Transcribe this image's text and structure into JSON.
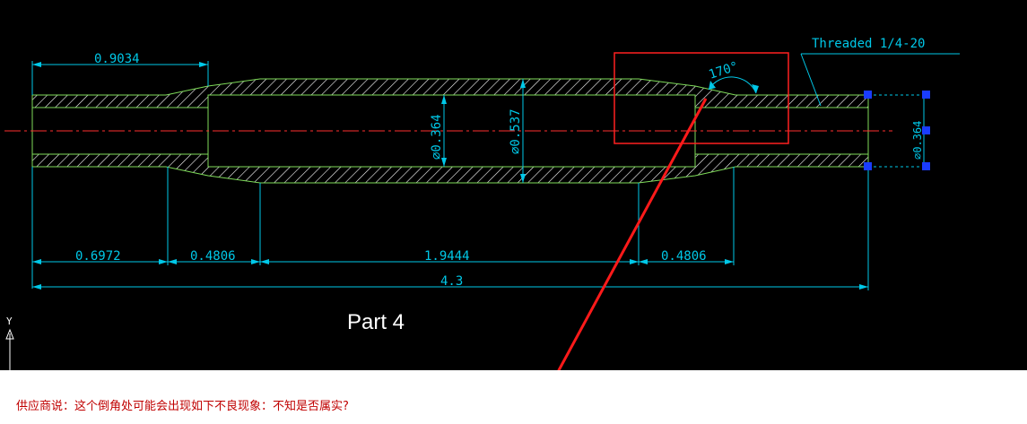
{
  "drawing": {
    "dimensions": {
      "top_length": "0.9034",
      "seg1": "0.6972",
      "seg2": "0.4806",
      "seg3": "1.9444",
      "seg4": "0.4806",
      "total": "4.3",
      "inner_dia": "⌀0.364",
      "outer_dia": "⌀0.537",
      "end_dia": "⌀0.364",
      "angle": "170°"
    },
    "thread_callout": "Threaded 1/4-20",
    "part_label": "Part 4",
    "ucs_axis": "Y",
    "colors": {
      "background": "#000000",
      "outline": "#7fdc5a",
      "dimension": "#00c8e8",
      "centerline": "#ff3030",
      "highlight": "#ff2020",
      "grip": "#1a3cff",
      "hatch": "#ffffff"
    }
  },
  "note": "供应商说：这个倒角处可能会出现如下不良现象：不知是否属实?"
}
